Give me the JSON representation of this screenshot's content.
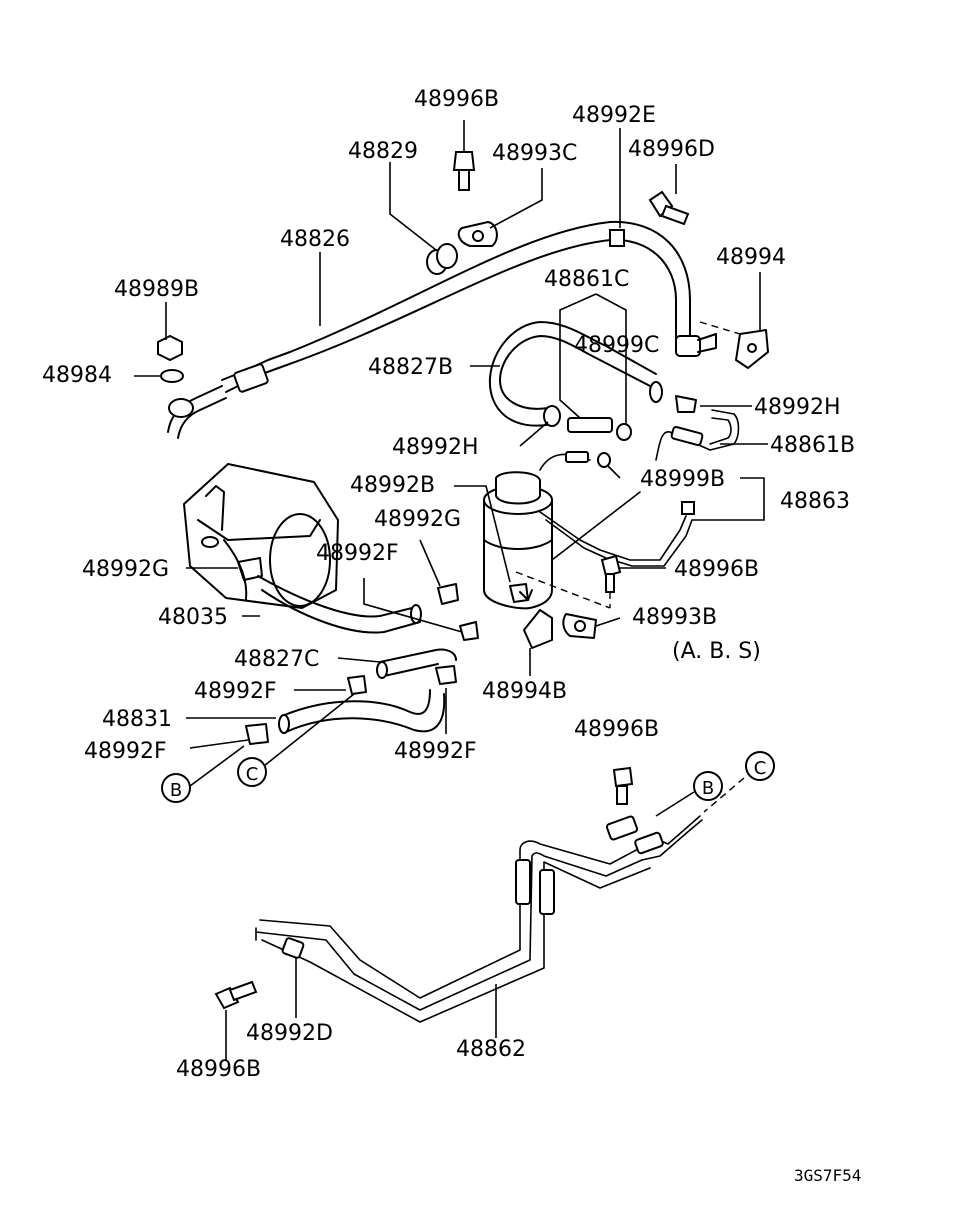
{
  "labels": {
    "p48996B_top": "48996B",
    "p48992E": "48992E",
    "p48829": "48829",
    "p48993C": "48993C",
    "p48996D": "48996D",
    "p48826": "48826",
    "p48994": "48994",
    "p48989B": "48989B",
    "p48861C": "48861C",
    "p48999C": "48999C",
    "p48984": "48984",
    "p48827B": "48827B",
    "p48992H_right": "48992H",
    "p48992H_left": "48992H",
    "p48861B": "48861B",
    "p48992B": "48992B",
    "p48999B": "48999B",
    "p48863": "48863",
    "p48992G_top": "48992G",
    "p48992G_left": "48992G",
    "p48992F_a": "48992F",
    "p48996B_mid": "48996B",
    "p48035": "48035",
    "p48993B": "48993B",
    "abs_note": "(A. B. S)",
    "p48827C": "48827C",
    "p48994B": "48994B",
    "p48992F_b": "48992F",
    "p48831": "48831",
    "p48992F_c": "48992F",
    "p48992F_d": "48992F",
    "p48996B_low": "48996B",
    "p48992D": "48992D",
    "p48862": "48862",
    "p48996B_bottom": "48996B"
  },
  "markers": {
    "b_left": "B",
    "c_left": "C",
    "b_right": "B",
    "c_right": "C"
  },
  "diagram_code": "3GS7F54"
}
